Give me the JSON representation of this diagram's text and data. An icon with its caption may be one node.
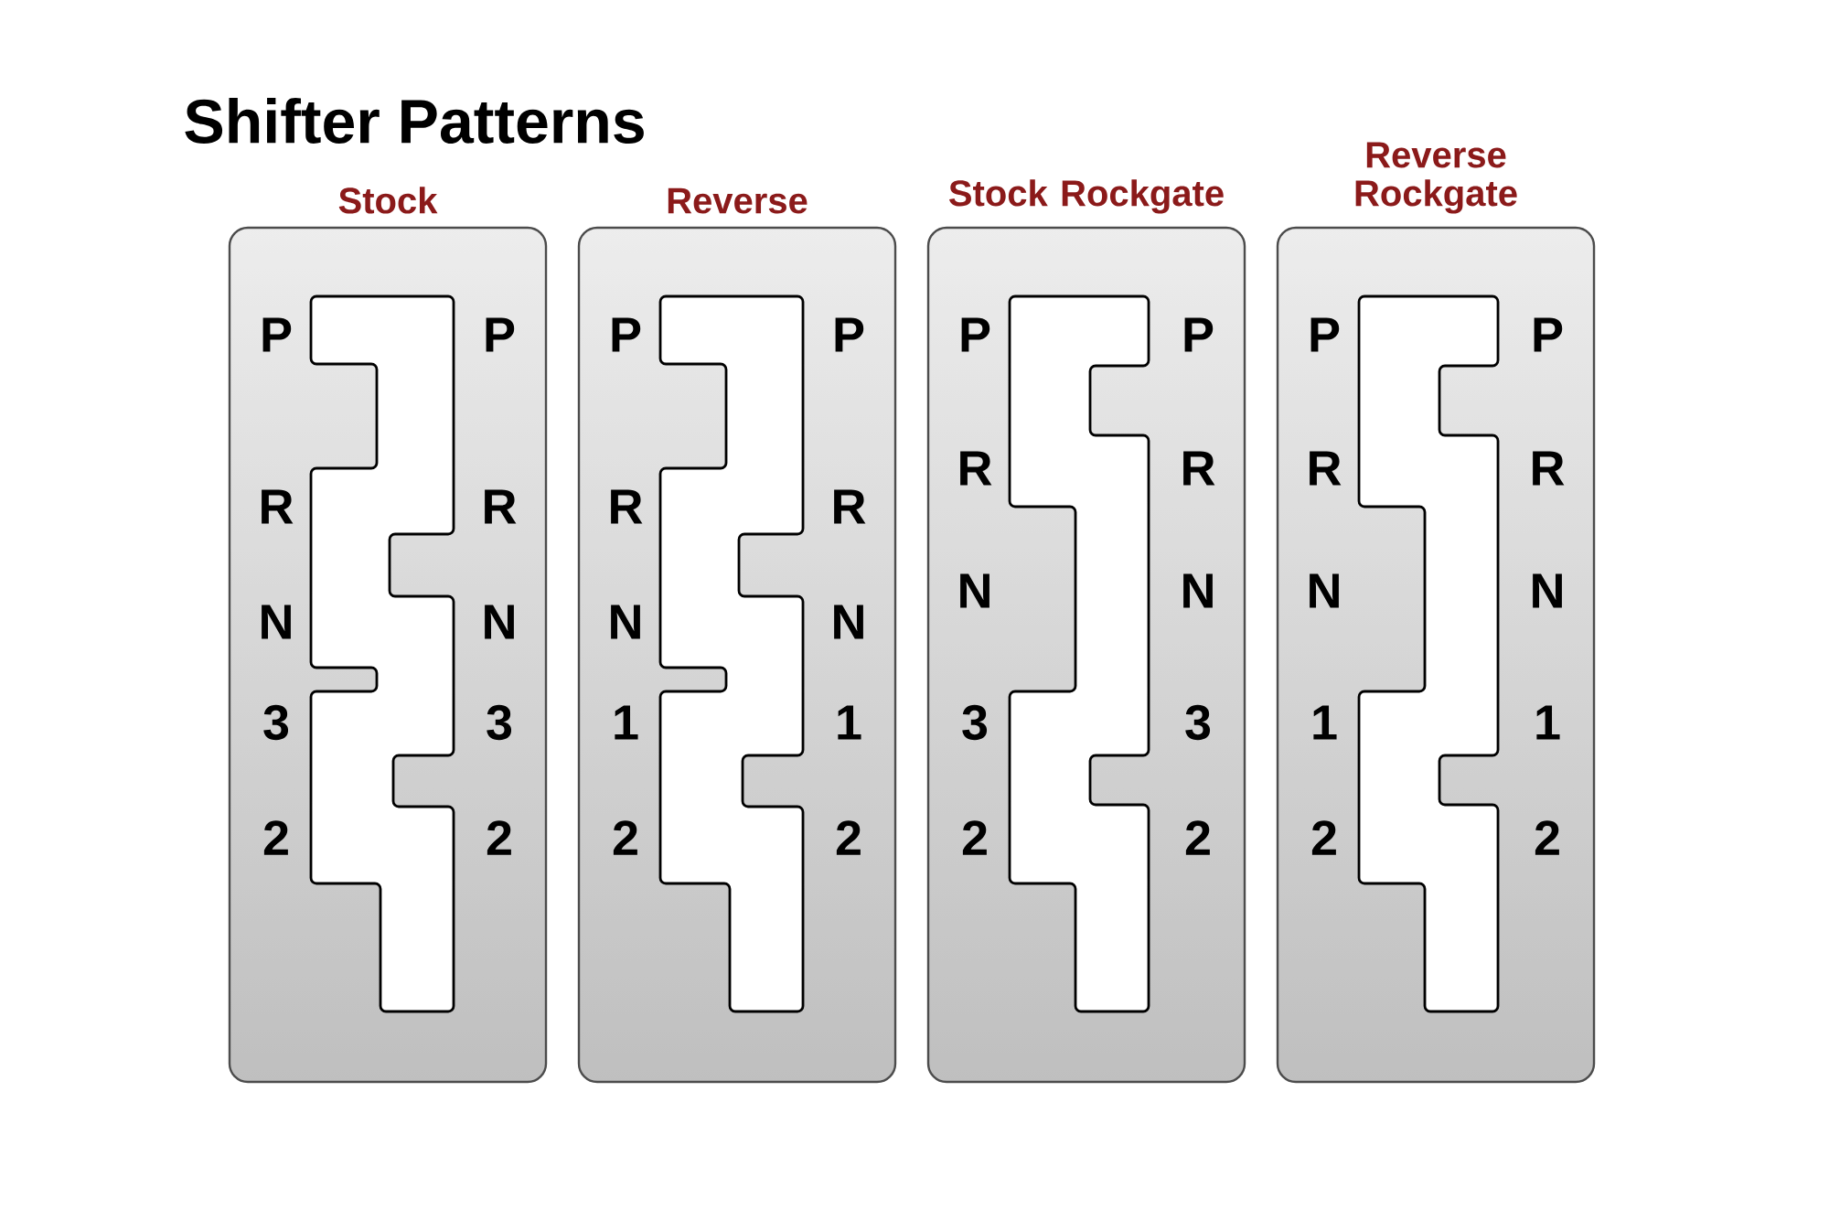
{
  "diagram": {
    "title": "Shifter Patterns",
    "nodes": [
      {
        "text": [
          "Stock",
          "P",
          "P",
          "R",
          "R",
          "N",
          "N",
          "3",
          "3",
          "2",
          "2"
        ]
      },
      {
        "text": [
          "Reverse",
          "P",
          "P",
          "R",
          "R",
          "N",
          "N",
          "1",
          "1",
          "2",
          "2"
        ]
      },
      {
        "text": [
          "Stock Rockgate",
          "P",
          "P",
          "R",
          "R",
          "N",
          "N",
          "3",
          "3",
          "2",
          "2"
        ]
      },
      {
        "text": [
          "Reverse Rockgate",
          "P",
          "P",
          "R",
          "R",
          "N",
          "N",
          "1",
          "1",
          "2",
          "2"
        ]
      }
    ]
  }
}
